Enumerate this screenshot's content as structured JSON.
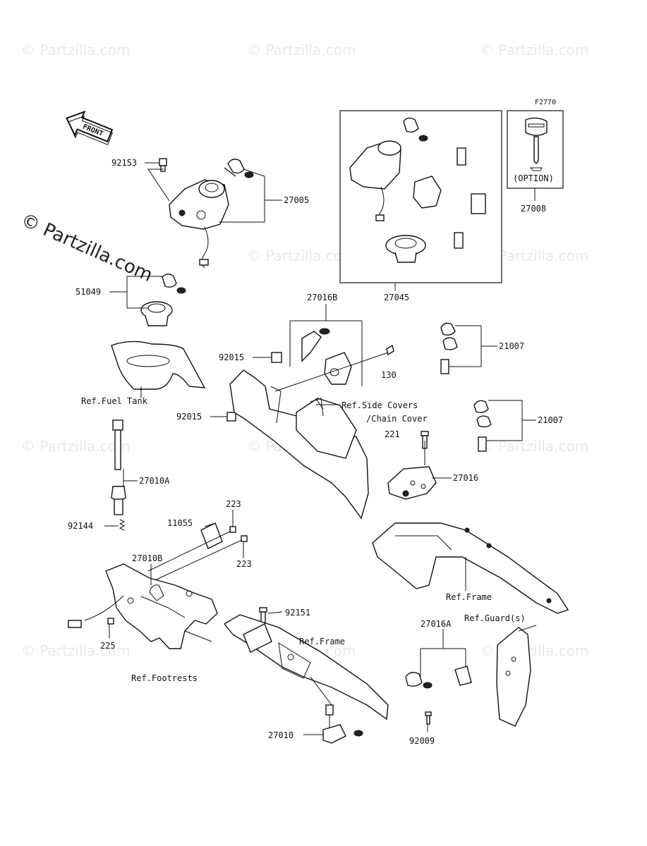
{
  "diagram_id": "F2770",
  "watermark": "© Partzilla.com",
  "front_arrow": "FRONT",
  "option_label": "(OPTION)",
  "parts": {
    "p92153": "92153",
    "p27005": "27005",
    "p51049": "51049",
    "p27045": "27045",
    "p27008": "27008",
    "p27016B": "27016B",
    "p92015a": "92015",
    "p92015b": "92015",
    "p130": "130",
    "p21007a": "21007",
    "p21007b": "21007",
    "p221": "221",
    "p27016": "27016",
    "p27010A": "27010A",
    "p223a": "223",
    "p223b": "223",
    "p11055": "11055",
    "p92144": "92144",
    "p27010B": "27010B",
    "p225": "225",
    "p92151": "92151",
    "p27016A": "27016A",
    "p27010": "27010",
    "p92009": "92009"
  },
  "refs": {
    "fuel_tank": "Ref.Fuel Tank",
    "side_covers": "Ref.Side Covers",
    "chain_cover": "/Chain Cover",
    "frame_right": "Ref.Frame",
    "frame_center": "Ref.Frame",
    "guards": "Ref.Guard(s)",
    "footrests": "Ref.Footrests"
  }
}
